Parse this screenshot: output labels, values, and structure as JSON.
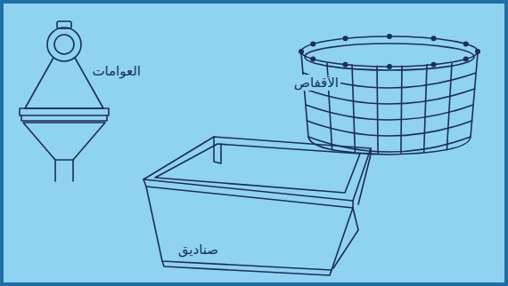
{
  "diagram": {
    "labels": [
      "العوامات",
      "الأقفاص",
      "صناديق"
    ]
  }
}
